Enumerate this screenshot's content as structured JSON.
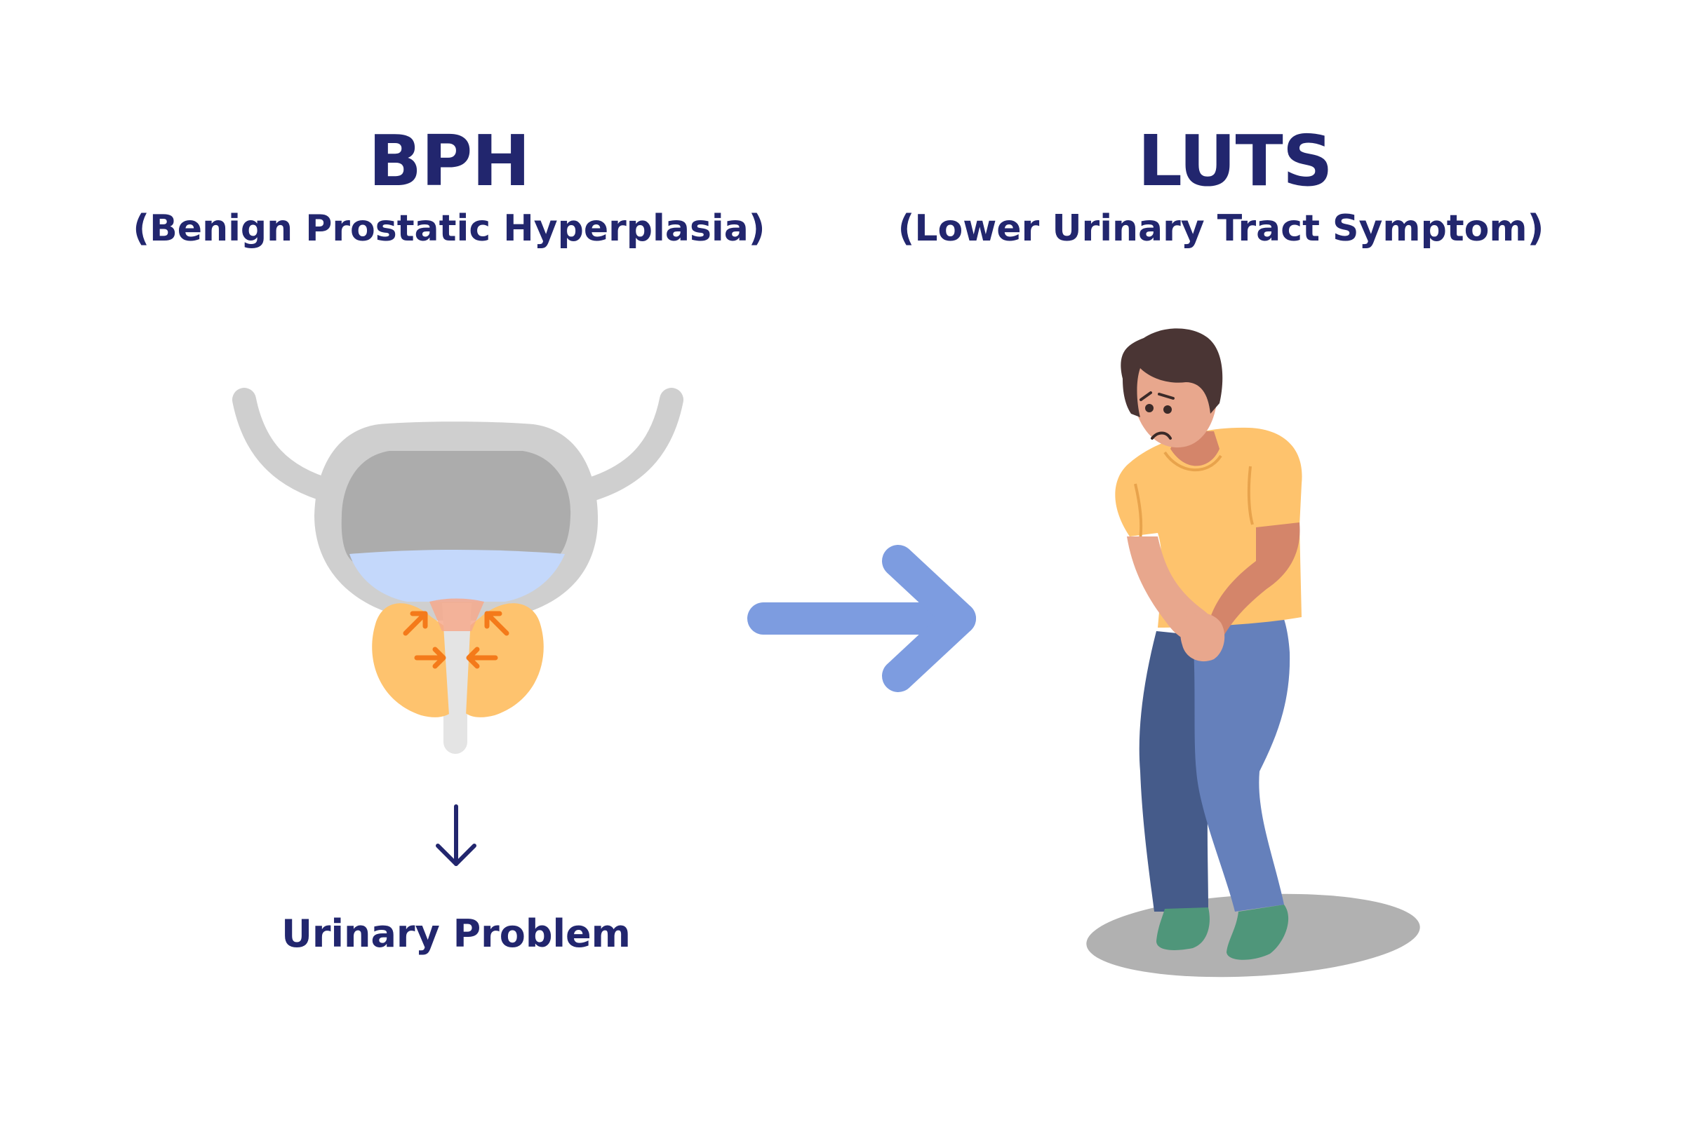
{
  "colors": {
    "navy": "#22266e",
    "bladder_outline": "#cfcfcf",
    "bladder_inner": "#acacac",
    "urine": "#c4d8fb",
    "prostate": "#fec36e",
    "prostate_arrows": "#f47a1a",
    "urethra": "#e4e4e4",
    "big_arrow": "#7d9ce0",
    "shirt": "#fec36d",
    "skin": "#e8a78d",
    "skin_shadow": "#d4856a",
    "hair": "#4a3534",
    "pants_dark": "#455b8a",
    "pants_light": "#6580bb",
    "shoes": "#4f967a",
    "shadow": "#b1b1b1"
  },
  "left": {
    "title": "BPH",
    "subtitle": "(Benign Prostatic Hyperplasia)",
    "result_label": "Urinary Problem"
  },
  "right": {
    "title": "LUTS",
    "subtitle": "(Lower Urinary Tract Symptom)"
  },
  "icons": {
    "bladder": "bladder-prostate-illustration",
    "small_arrow": "arrow-down-icon",
    "large_arrow": "arrow-right-icon",
    "person": "man-holding-groin-illustration"
  }
}
